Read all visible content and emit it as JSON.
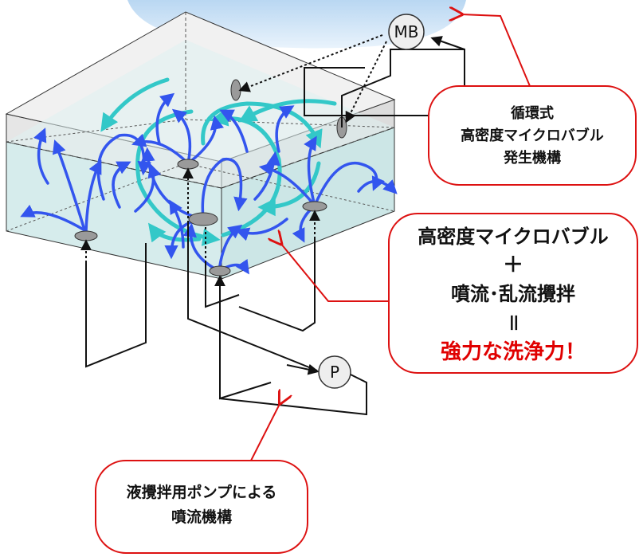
{
  "devices": {
    "mb_label": "MB",
    "pump_label": "P"
  },
  "callouts": {
    "circulation": {
      "line1": "循環式",
      "line2": "高密度マイクロバブル",
      "line3": "発生機構"
    },
    "main": {
      "line1": "高密度マイクロバブル",
      "plus": "＋",
      "line2": "噴流･乱流攪拌",
      "equals": "＝",
      "result": "強力な洗浄力！"
    },
    "pump": {
      "line1": "液攪拌用ポンプによる",
      "line2": "噴流機構"
    }
  },
  "colors": {
    "water_fill": "#d6ecec",
    "flow_arrow": "#3355ee",
    "swirl": "#33c8c8",
    "callout_border": "#dd1111",
    "callout_result_text": "#e00000",
    "pointer_line": "#dd1111",
    "top_blob": "#cfe3f7"
  }
}
